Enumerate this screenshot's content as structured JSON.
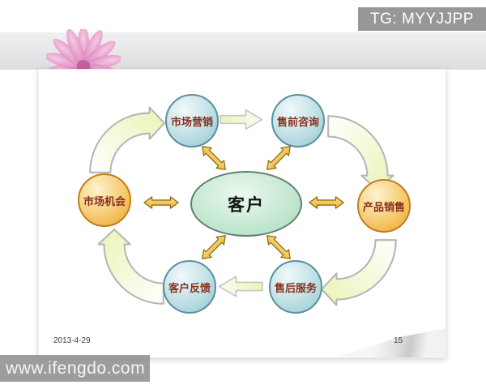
{
  "overlay": {
    "top_watermark": "TG: MYYJJPP",
    "bottom_watermark": "www.ifengdo.com"
  },
  "slide": {
    "footer": {
      "date": "2013-4-29",
      "page_number": "15"
    },
    "diagram": {
      "center_label": "客户",
      "nodes": {
        "marketing": "市场营销",
        "presale": "售前咨询",
        "opportunity": "市场机会",
        "product_sales": "产品销售",
        "feedback": "客户反馈",
        "aftersale": "售后服务"
      }
    }
  },
  "colors": {
    "node_blue": "#aed7de",
    "node_orange": "#f2ba4f",
    "center_green": "#c6e9d3",
    "double_arrow_gold": "#f2c45a",
    "flow_arrow_yellow": "#eef4c2",
    "label_maroon": "#87301f"
  }
}
